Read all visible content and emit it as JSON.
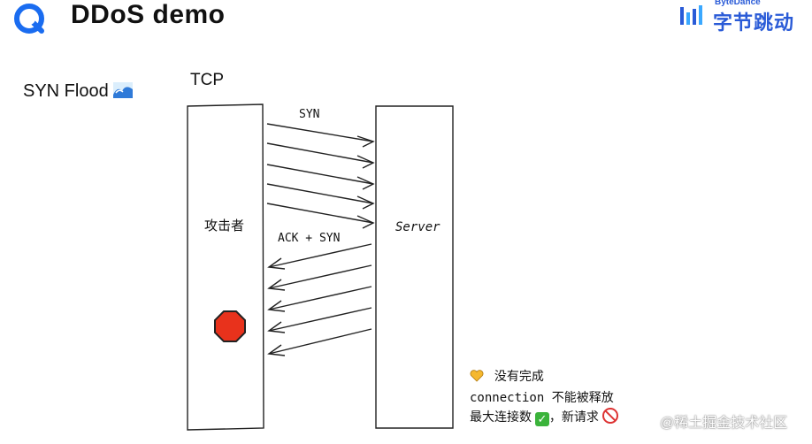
{
  "header": {
    "title": "DDoS demo",
    "brand_small": "ByteDance",
    "brand_main": "字节跳动"
  },
  "slide": {
    "syn_flood_label": "SYN Flood",
    "tcp_label": "TCP",
    "attacker_label": "攻击者",
    "server_label": "Server",
    "syn_label": "SYN",
    "ack_syn_label": "ACK + SYN",
    "notes": {
      "line1": "没有完成",
      "line2": "connection 不能被释放",
      "line3_a": "最大连接数",
      "line3_b": "，新请求"
    },
    "watermark": "@稀土掘金技术社区"
  },
  "icons": {
    "logo": "q-logo-icon",
    "wave": "wave-icon",
    "stop": "stop-sign-icon",
    "check": "check-icon",
    "prohibited": "prohibited-icon",
    "heart": "heart-icon"
  },
  "colors": {
    "accent": "#1a6cf0",
    "stop": "#e8321c",
    "brand": "#2a5bd7"
  }
}
